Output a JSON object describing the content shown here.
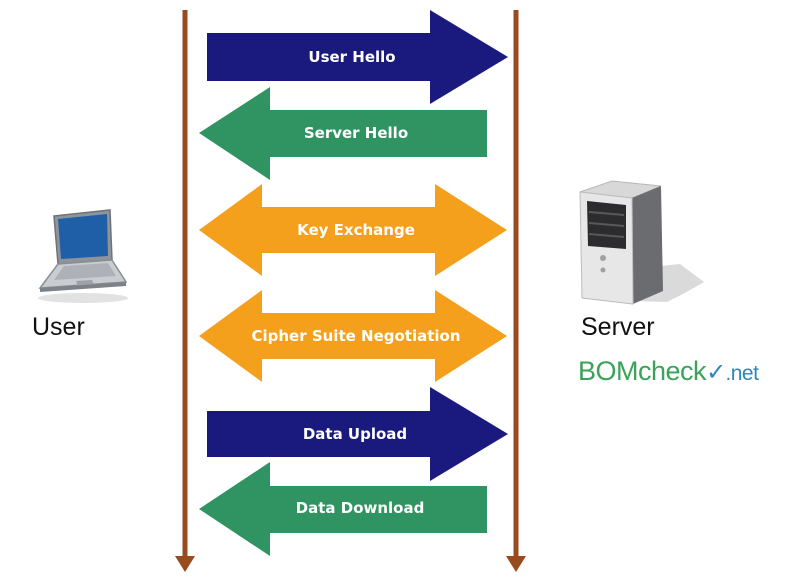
{
  "diagram": {
    "messages": [
      {
        "label": "User Hello",
        "direction": "to-server",
        "color": "#1a1a7e"
      },
      {
        "label": "Server Hello",
        "direction": "to-user",
        "color": "#2f9462"
      },
      {
        "label": "Key Exchange",
        "direction": "both",
        "color": "#f5a01c"
      },
      {
        "label": "Cipher Suite Negotiation",
        "direction": "both",
        "color": "#f5a01c"
      },
      {
        "label": "Data Upload",
        "direction": "to-server",
        "color": "#1a1a7e"
      },
      {
        "label": "Data Download",
        "direction": "to-user",
        "color": "#2f9462"
      }
    ],
    "timeline_color": "#9a4a1f"
  },
  "user": {
    "label": "User",
    "icon": "laptop-icon"
  },
  "server": {
    "label": "Server",
    "icon": "server-tower-icon"
  },
  "brand": {
    "part1": "BOM",
    "part2": "check",
    "part3": "net",
    "color1": "#3aa35a",
    "color2": "#2f86b8"
  }
}
